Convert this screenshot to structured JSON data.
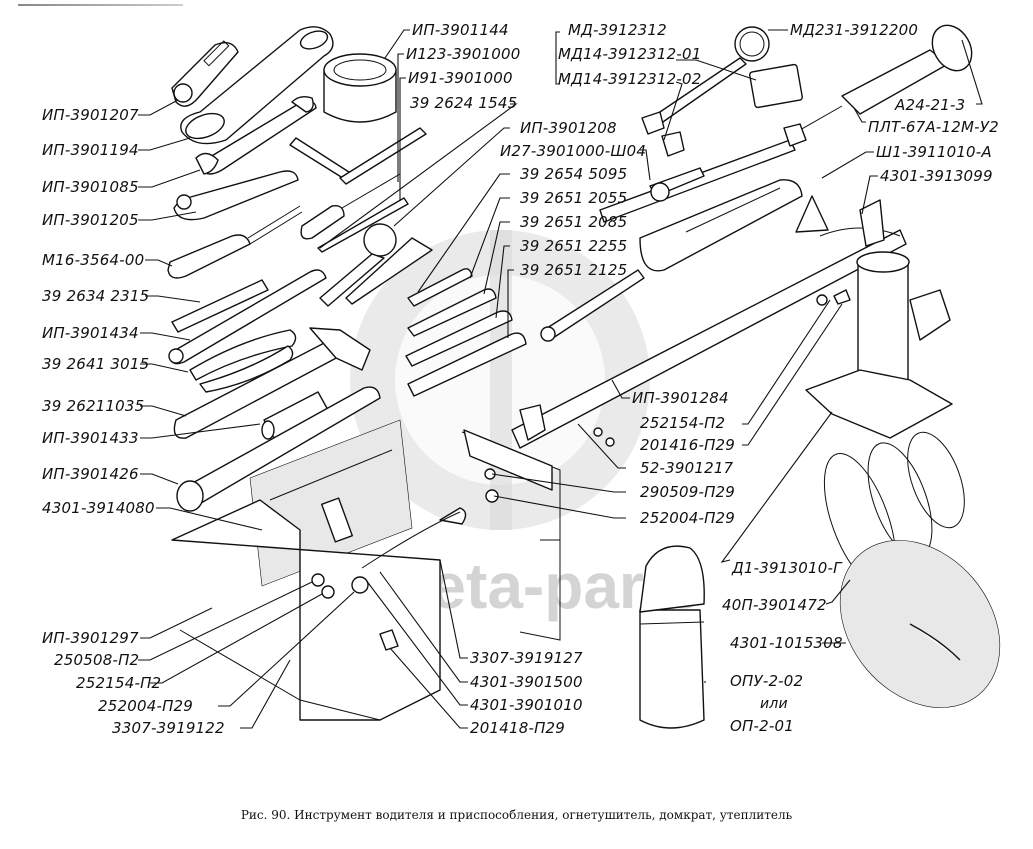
{
  "figure": {
    "caption": "Рис. 90.  Инструмент водителя и приспособления, огнетушитель, домкрат, утеплитель",
    "watermark_text": "-beta-parts"
  },
  "labels": {
    "left": [
      "ИП-3901207",
      "ИП-3901194",
      "ИП-3901085",
      "ИП-3901205",
      "М16-3564-00",
      "39 2634 2315",
      "ИП-3901434",
      "39 2641 3015",
      "39 26211035",
      "ИП-3901433",
      "ИП-3901426",
      "4301-3914080",
      "ИП-3901297",
      "250508-П2",
      "252154-П2",
      "252004-П29",
      "3307-3919122"
    ],
    "top_center": [
      "ИП-3901144",
      "И123-3901000",
      "И91-3901000",
      "39 2624 1545",
      "ИП-3901208",
      "И27-3901000-Ш04",
      "39 2654 5095",
      "39 2651 2055",
      "39 2651 2085",
      "39 2651 2255",
      "39 2651 2125"
    ],
    "top_right": [
      "МД-3912312",
      "МД14-3912312-01",
      "МД14-3912312-02",
      "МД231-3912200",
      "А24-21-3",
      "ПЛТ-67А-12М-У2",
      "Ш1-3911010-А",
      "4301-3913099"
    ],
    "middle_right": [
      "ИП-3901284",
      "252154-П2",
      "201416-П29",
      "52-3901217",
      "290509-П29",
      "252004-П29"
    ],
    "bottom_center": [
      "3307-3919127",
      "4301-3901500",
      "4301-3901010",
      "201418-П29"
    ],
    "bottom_right": [
      "Д1-3913010-Г",
      "40П-3901472",
      "4301-1015308",
      "ОПУ-2-02",
      "или",
      "ОП-2-01"
    ]
  }
}
